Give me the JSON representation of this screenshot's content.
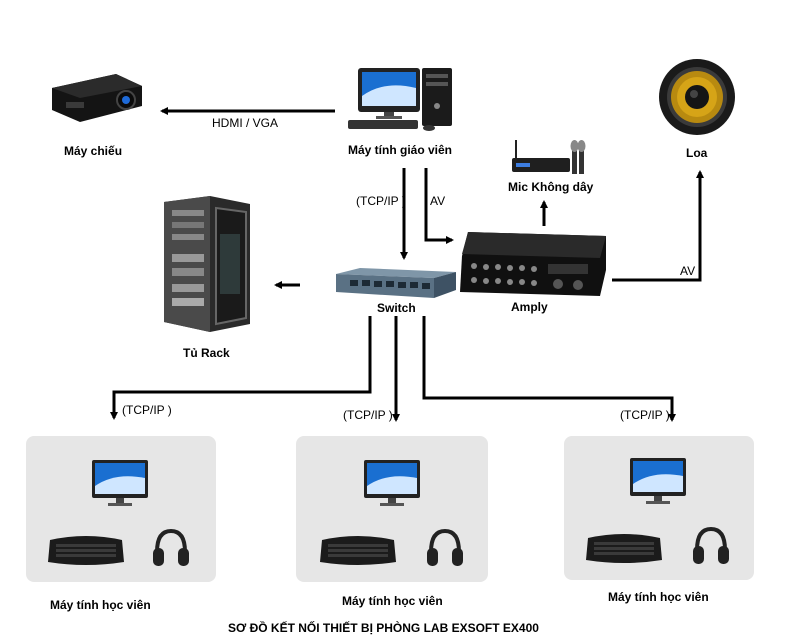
{
  "nodes": {
    "projector": "Máy chiếu",
    "teacher_pc": "Máy tính giáo viên",
    "speaker": "Loa",
    "wireless_mic": "Mic Không dây",
    "rack": "Tủ Rack",
    "switch": "Switch",
    "amplifier": "Amply",
    "student_pc_1": "Máy tính học viên",
    "student_pc_2": "Máy tính học viên",
    "student_pc_3": "Máy tính học viên"
  },
  "edges": {
    "pc_to_projector": "HDMI / VGA",
    "pc_to_switch": "(TCP/IP )",
    "pc_to_amp": "AV",
    "amp_to_speaker": "AV",
    "switch_to_student_1": "(TCP/IP )",
    "switch_to_student_2": "(TCP/IP )",
    "switch_to_student_3": "(TCP/IP )"
  },
  "title": "SƠ ĐỒ KẾT NỐI THIẾT BỊ PHÒNG LAB EXSOFT EX400",
  "icons": [
    "projector-icon",
    "teacher-computer-icon",
    "speaker-icon",
    "wireless-mic-icon",
    "server-rack-icon",
    "network-switch-icon",
    "amplifier-icon",
    "monitor-icon",
    "keyboard-icon",
    "headphones-icon"
  ]
}
